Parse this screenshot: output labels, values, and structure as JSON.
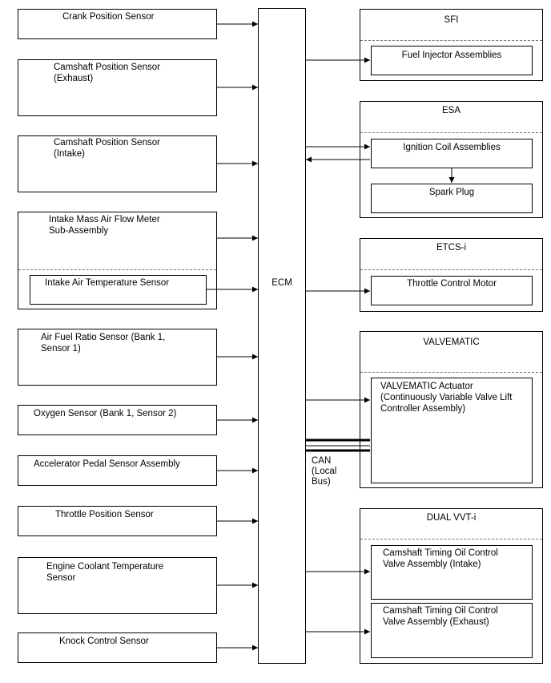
{
  "ecm": {
    "label": "ECM"
  },
  "inputs": [
    {
      "label": "Crank Position Sensor"
    },
    {
      "label": "Camshaft Position Sensor\n(Exhaust)"
    },
    {
      "label": "Camshaft Position Sensor\n(Intake)"
    },
    {
      "label": "Intake Mass Air Flow Meter\nSub-Assembly",
      "sub": "Intake Air Temperature Sensor"
    },
    {
      "label": "Air Fuel Ratio Sensor (Bank 1,\nSensor 1)"
    },
    {
      "label": "Oxygen Sensor (Bank 1, Sensor 2)"
    },
    {
      "label": "Accelerator Pedal Sensor Assembly"
    },
    {
      "label": "Throttle Position Sensor"
    },
    {
      "label": "Engine Coolant Temperature\nSensor"
    },
    {
      "label": "Knock Control Sensor"
    }
  ],
  "outputs": [
    {
      "title": "SFI",
      "items": [
        "Fuel Injector Assemblies"
      ]
    },
    {
      "title": "ESA",
      "items": [
        "Ignition Coil Assemblies",
        "Spark Plug"
      ]
    },
    {
      "title": "ETCS-i",
      "items": [
        "Throttle Control Motor"
      ]
    },
    {
      "title": "VALVEMATIC",
      "items": [
        "VALVEMATIC Actuator\n(Continuously Variable Valve Lift\nController Assembly)"
      ]
    },
    {
      "title": "DUAL VVT-i",
      "items": [
        "Camshaft Timing Oil Control\nValve Assembly (Intake)",
        "Camshaft Timing Oil Control\nValve Assembly (Exhaust)"
      ]
    }
  ],
  "bus": {
    "label": "CAN\n(Local\nBus)"
  }
}
